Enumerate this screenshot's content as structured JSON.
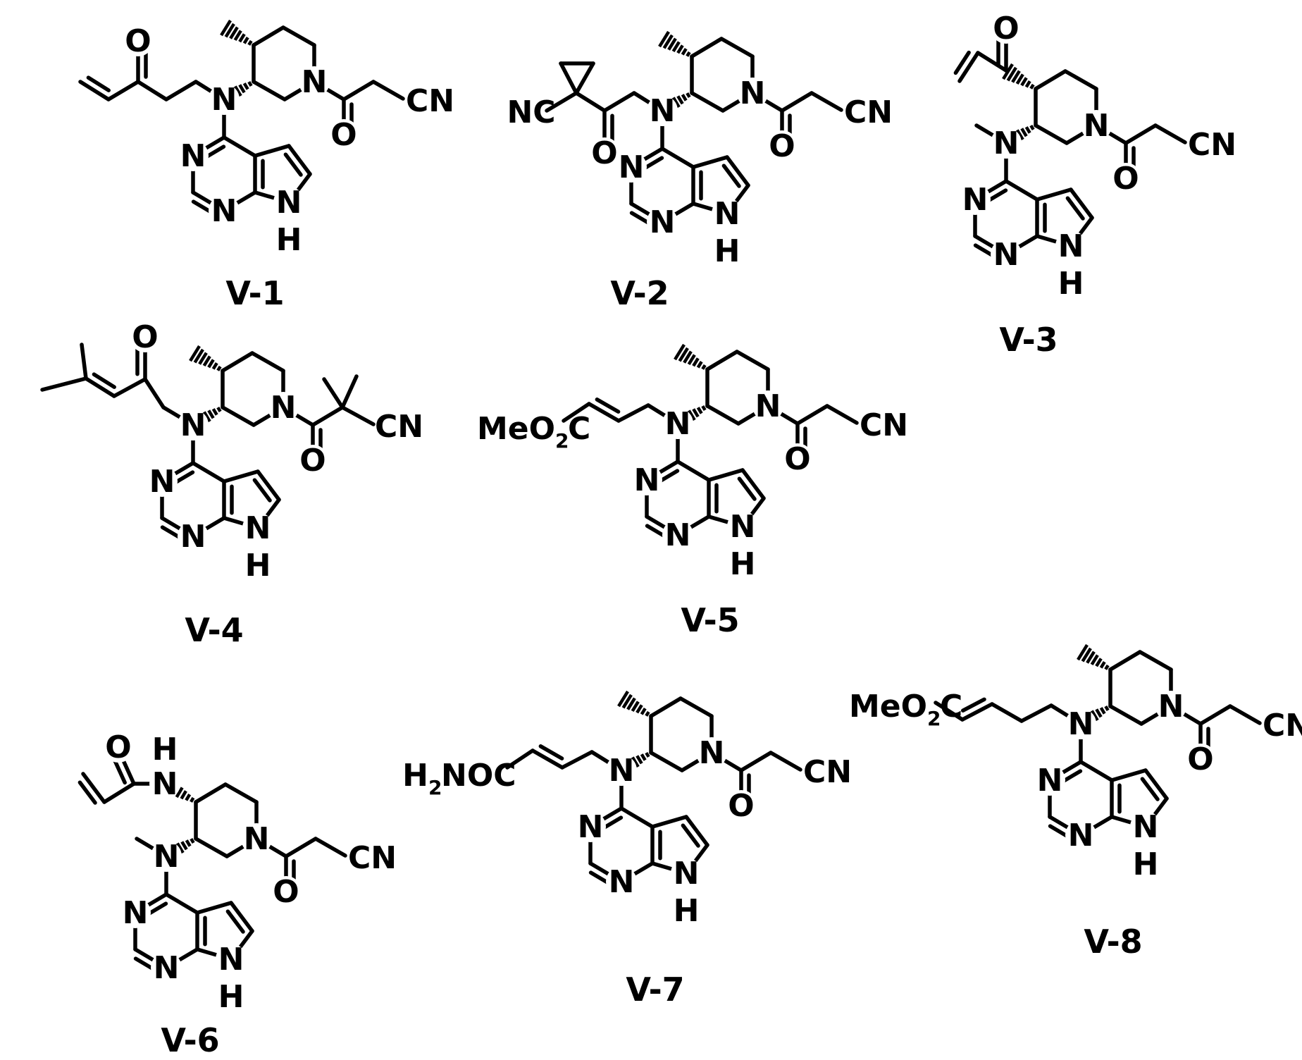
{
  "figure": {
    "compounds": [
      {
        "id": "V-1",
        "label": "V-1",
        "left_fragment": "but-3-en-2-one ethyl",
        "amine_n": "N",
        "acyl": "CN"
      },
      {
        "id": "V-2",
        "label": "V-2",
        "left_fragment": "1-cyanocyclopropyl ketone",
        "amine_n": "N",
        "acyl": "CN"
      },
      {
        "id": "V-3",
        "label": "V-3",
        "left_fragment": "acryloyl",
        "amine_n": "N",
        "acyl": "CN"
      },
      {
        "id": "V-4",
        "label": "V-4",
        "left_fragment": "4-methylpent-3-en-2-one",
        "amine_n": "N",
        "acyl": "CN"
      },
      {
        "id": "V-5",
        "label": "V-5",
        "left_fragment": "MeO2C",
        "amine_n": "N",
        "acyl": "CN"
      },
      {
        "id": "V-6",
        "label": "V-6",
        "left_fragment": "acrylamide",
        "amine_n": "N",
        "acyl": "CN"
      },
      {
        "id": "V-7",
        "label": "V-7",
        "left_fragment": "H2NOC",
        "amine_n": "N",
        "acyl": "CN"
      },
      {
        "id": "V-8",
        "label": "V-8",
        "left_fragment": "MeO2C",
        "amine_n": "N",
        "acyl": "CN"
      }
    ],
    "atoms": {
      "N": "N",
      "O": "O",
      "H": "H",
      "CN": "CN",
      "NC": "NC",
      "MeO": "MeO",
      "two": "2",
      "C": "C",
      "H2": "H",
      "NOC": "NOC"
    }
  }
}
